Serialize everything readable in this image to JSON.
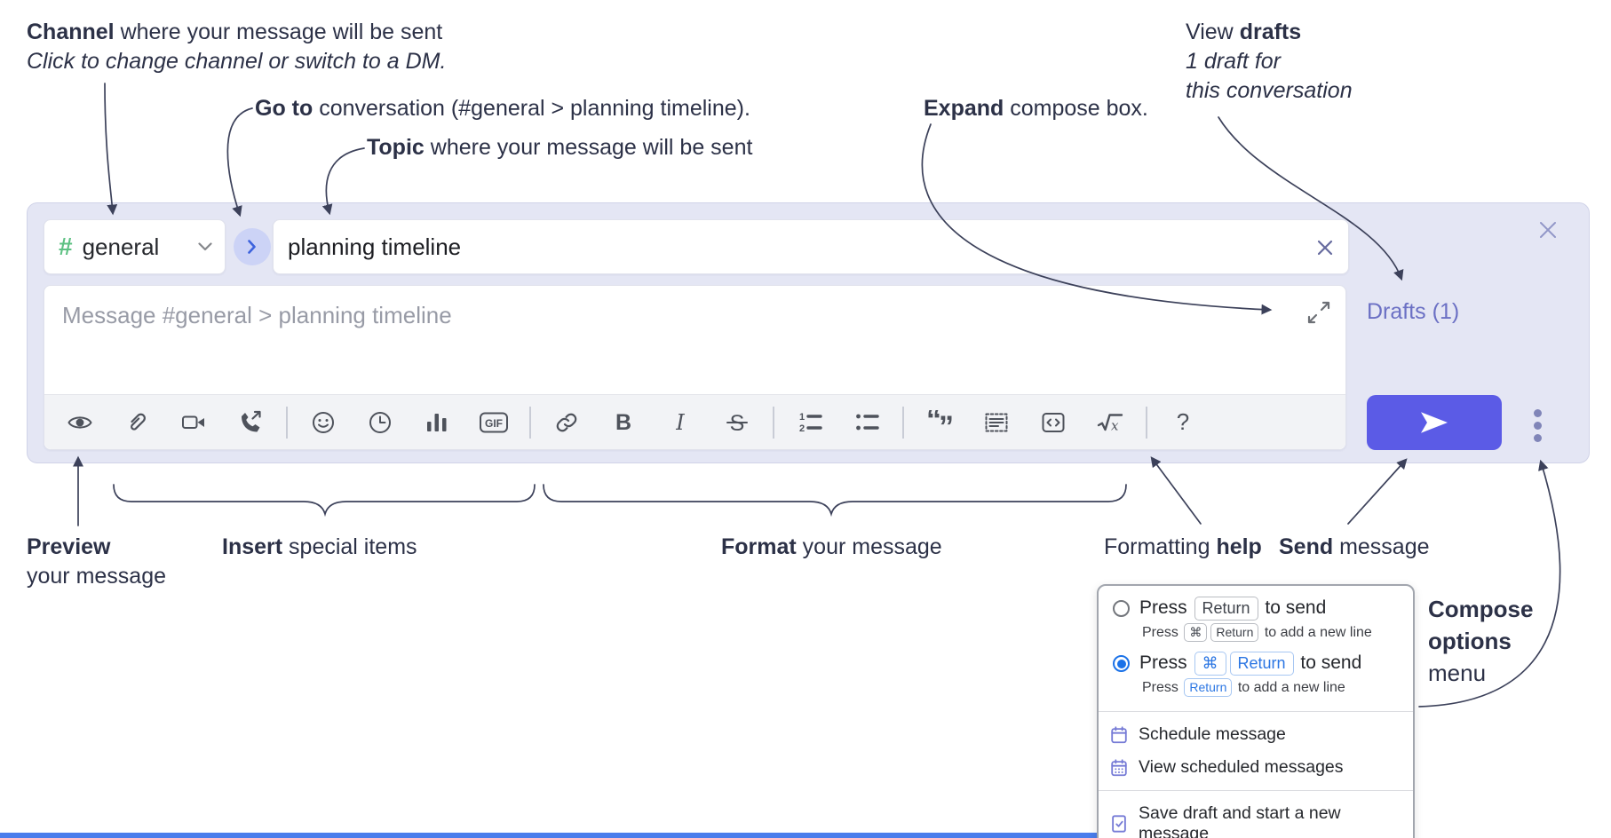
{
  "annotations": {
    "channel": {
      "bold": "Channel",
      "rest": " where your message will be sent",
      "line2": "Click to change channel or switch to a DM."
    },
    "goto": {
      "bold": "Go to",
      "rest": " conversation (#general > planning timeline)."
    },
    "topic": {
      "bold": "Topic",
      "rest": " where your message will be sent"
    },
    "expand": {
      "bold": "Expand",
      "rest": " compose box."
    },
    "view_drafts": {
      "pre": "View ",
      "bold": "drafts",
      "line2": "1 draft for",
      "line3": "this conversation"
    },
    "preview": {
      "bold": "Preview",
      "line2": "your message"
    },
    "insert": {
      "bold": "Insert",
      "rest": " special items"
    },
    "format": {
      "bold": "Format",
      "rest": " your message"
    },
    "help": {
      "pre": "Formatting ",
      "bold": "help"
    },
    "send": {
      "bold": "Send",
      "rest": " message"
    },
    "compose_options": {
      "line1": "Compose",
      "line2": "options",
      "line3": "menu"
    }
  },
  "compose": {
    "channel": {
      "hash": "#",
      "name": "general"
    },
    "topic_value": "planning timeline",
    "message_placeholder": "Message #general > planning timeline",
    "drafts_link": "Drafts (1)",
    "toolbar_glyphs": {
      "bold": "B",
      "italic": "I",
      "strike": "S",
      "gif": "GIF",
      "ol1": "1",
      "ol2": "2",
      "quote_open": "“",
      "quote_close": "”",
      "math_x": "x",
      "help": "?"
    }
  },
  "menu": {
    "opt1": {
      "pre": "Press",
      "kbd": "Return",
      "post": "to send",
      "sub_pre": "Press",
      "sub_kbd1": "⌘",
      "sub_kbd2": "Return",
      "sub_post": "to add a new line"
    },
    "opt2": {
      "pre": "Press",
      "kbd1": "⌘",
      "kbd2": "Return",
      "post": "to send",
      "sub_pre": "Press",
      "sub_kbd": "Return",
      "sub_post": "to add a new line"
    },
    "items": [
      "Schedule message",
      "View scheduled messages",
      "Save draft and start a new message"
    ]
  },
  "colors": {
    "accent_send": "#5b5be6",
    "drafts_link": "#6b70c4",
    "hash_green": "#5ec183",
    "goto_blue": "#3d63dd",
    "radio_selected": "#1b72e8",
    "menu_icon_purple": "#767bd6",
    "compose_bg": "#e4e6f4"
  }
}
